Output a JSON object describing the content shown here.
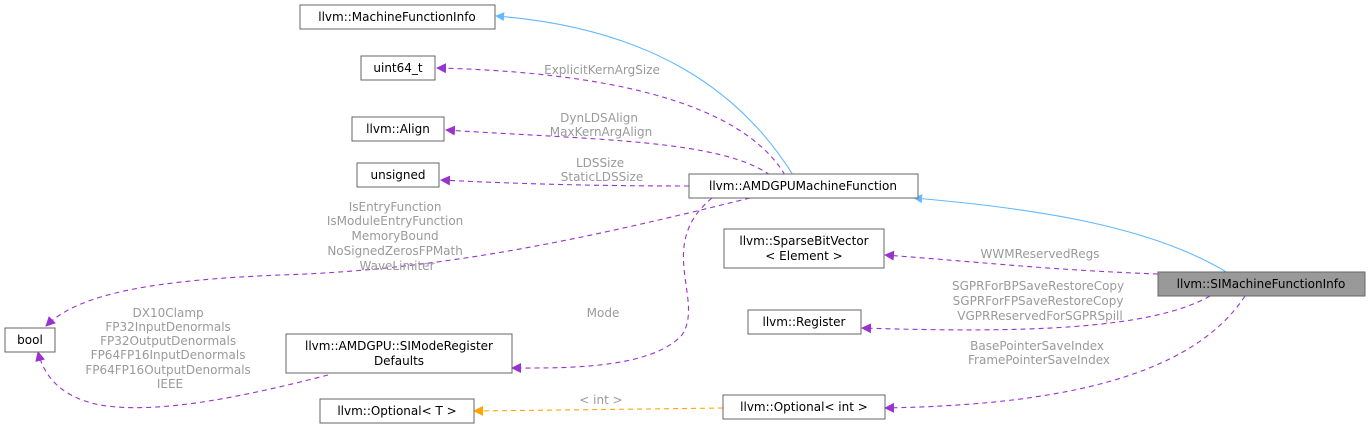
{
  "nodes": {
    "machine_function_info": "llvm::MachineFunctionInfo",
    "uint64": "uint64_t",
    "align": "llvm::Align",
    "unsigned": "unsigned",
    "amdgpu_machine_function": "llvm::AMDGPUMachineFunction",
    "sparse_bit_vector_line1": "llvm::SparseBitVector",
    "sparse_bit_vector_line2": "< Element >",
    "register": "llvm::Register",
    "si_machine_function_info": "llvm::SIMachineFunctionInfo",
    "bool": "bool",
    "simode_register_line1": "llvm::AMDGPU::SIModeRegister",
    "simode_register_line2": "Defaults",
    "optional_t": "llvm::Optional< T >",
    "optional_int": "llvm::Optional< int >"
  },
  "edge_labels": {
    "uint64": [
      "ExplicitKernArgSize"
    ],
    "align": [
      "DynLDSAlign",
      "MaxKernArgAlign"
    ],
    "unsigned": [
      "LDSSize",
      "StaticLDSSize"
    ],
    "bool_from_amdgpu": [
      "IsEntryFunction",
      "IsModuleEntryFunction",
      "MemoryBound",
      "NoSignedZerosFPMath",
      "WaveLimiter"
    ],
    "mode": [
      "Mode"
    ],
    "bool_from_simode": [
      "DX10Clamp",
      "FP32InputDenormals",
      "FP32OutputDenormals",
      "FP64FP16InputDenormals",
      "FP64FP16OutputDenormals",
      "IEEE"
    ],
    "sparse": [
      "WWMReservedRegs"
    ],
    "register": [
      "SGPRForBPSaveRestoreCopy",
      "SGPRForFPSaveRestoreCopy",
      "VGPRReservedForSGPRSpill"
    ],
    "optional_int": [
      "BasePointerSaveIndex",
      "FramePointerSaveIndex"
    ],
    "template": [
      "< int >"
    ]
  },
  "colors": {
    "inheritance": "#63b8ff",
    "usage": "#9a32cd",
    "template": "#ffa500",
    "label": "#9a9a9a",
    "active_node": "#999999"
  }
}
